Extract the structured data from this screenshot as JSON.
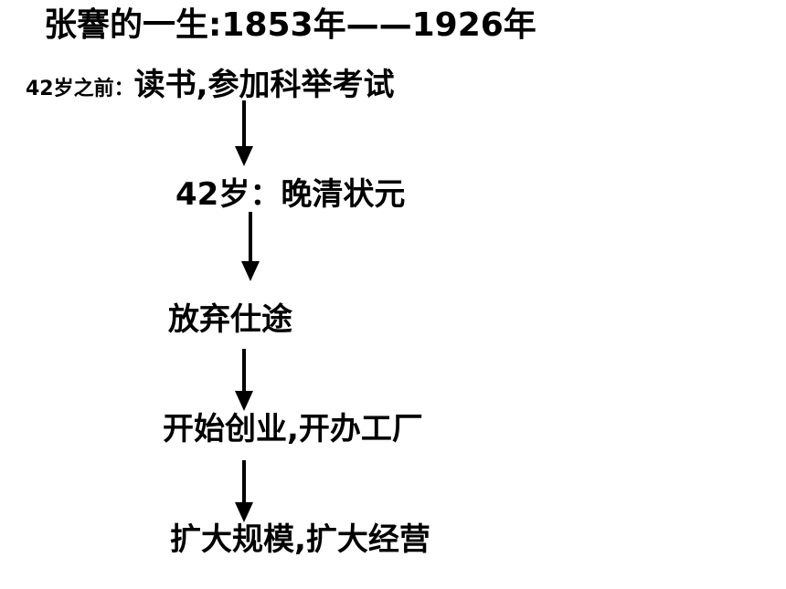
{
  "title": "张謇的一生:1853年——1926年",
  "steps": [
    {
      "prefix": "42岁之前：",
      "text": "读书,参加科举考试"
    },
    {
      "text": "42岁：晚清状元"
    },
    {
      "text": "放弃仕途"
    },
    {
      "text": "开始创业,开办工厂"
    },
    {
      "text": "扩大规模,扩大经营"
    }
  ],
  "colors": {
    "text": "#000000",
    "arrow": "#000000",
    "background": "#ffffff"
  }
}
